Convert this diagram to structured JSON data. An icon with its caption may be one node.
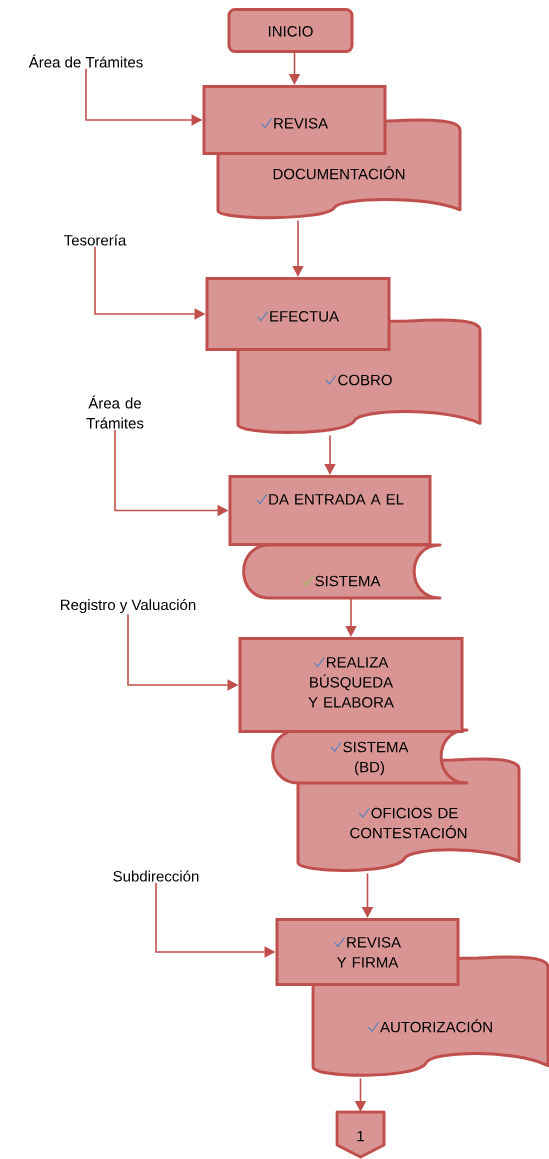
{
  "diagram": {
    "nodes": [
      {
        "text": [
          "INICIO"
        ]
      },
      {
        "text": [
          "Área de Trámites"
        ]
      },
      {
        "text": [
          "REVISA"
        ]
      },
      {
        "text": [
          "DOCUMENTACIÓN"
        ]
      },
      {
        "text": [
          "Tesorería"
        ]
      },
      {
        "text": [
          "EFECTUA"
        ]
      },
      {
        "text": [
          "COBRO"
        ]
      },
      {
        "text": [
          "Área de Trámites"
        ]
      },
      {
        "text": [
          "DA ENTRADA A EL"
        ]
      },
      {
        "text": [
          "SISTEMA"
        ]
      },
      {
        "text": [
          "Registro y Valuación"
        ]
      },
      {
        "text": [
          "REALIZA BÚSQUEDA Y ELABORA"
        ]
      },
      {
        "text": [
          "SISTEMA (BD)"
        ]
      },
      {
        "text": [
          "OFICIOS DE CONTESTACIÓN"
        ]
      },
      {
        "text": [
          "Subdirección"
        ]
      },
      {
        "text": [
          "REVISA Y FIRMA"
        ]
      },
      {
        "text": [
          "AUTORIZACIÓN"
        ]
      },
      {
        "text": [
          "1"
        ]
      }
    ],
    "edges": [
      {
        "from": 0,
        "to": 2,
        "arrow": "to"
      },
      {
        "from": 1,
        "to": 2,
        "arrow": "to"
      },
      {
        "from": 3,
        "to": 5,
        "arrow": "to"
      },
      {
        "from": 4,
        "to": 5,
        "arrow": "to"
      },
      {
        "from": 6,
        "to": 8,
        "arrow": "to"
      },
      {
        "from": 7,
        "to": 8,
        "arrow": "to"
      },
      {
        "from": 9,
        "to": 11,
        "arrow": "to"
      },
      {
        "from": 10,
        "to": 11,
        "arrow": "to"
      },
      {
        "from": 13,
        "to": 15,
        "arrow": "to"
      },
      {
        "from": 14,
        "to": 15,
        "arrow": "to"
      },
      {
        "from": 16,
        "to": 17,
        "arrow": "to"
      }
    ]
  }
}
